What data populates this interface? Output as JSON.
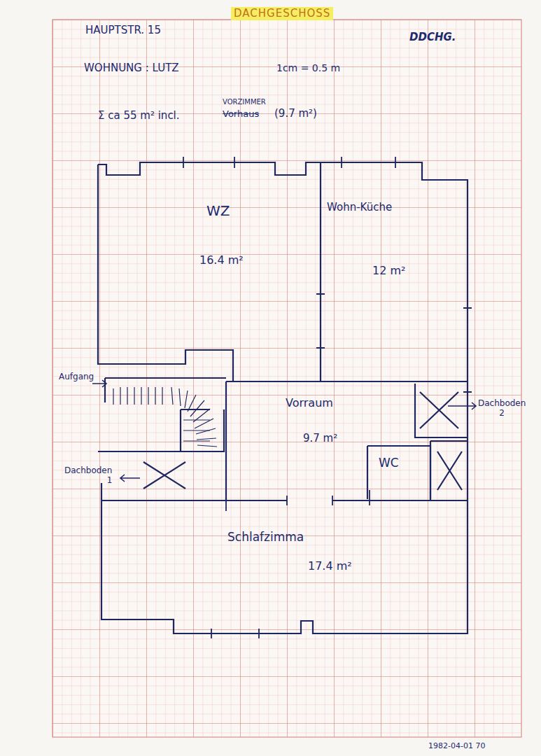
{
  "diagram": {
    "title": "DACHGESCHOSS",
    "nodes": [
      {
        "text": [
          "WZ",
          "16.4 m²"
        ]
      },
      {
        "text": [
          "Wohn-Küche",
          "12 m²"
        ]
      },
      {
        "text": [
          "Vorraum",
          "9.7 m²"
        ]
      },
      {
        "text": [
          "WC"
        ]
      },
      {
        "text": [
          "Schlafzimma",
          "17.4 m²"
        ]
      }
    ],
    "labels": [
      "HAUPTSTR. 15",
      "DDCHG.",
      "WOHNUNG : LUTZ",
      "1cm = 0.5 m",
      "Σ ca 55 m² incl.",
      "VORZIMMER",
      "Vorhaus",
      "(9.7 m²)",
      "Aufgang",
      "Dachboden 1",
      "Dachboden 2",
      "1982-04-01 70"
    ]
  }
}
